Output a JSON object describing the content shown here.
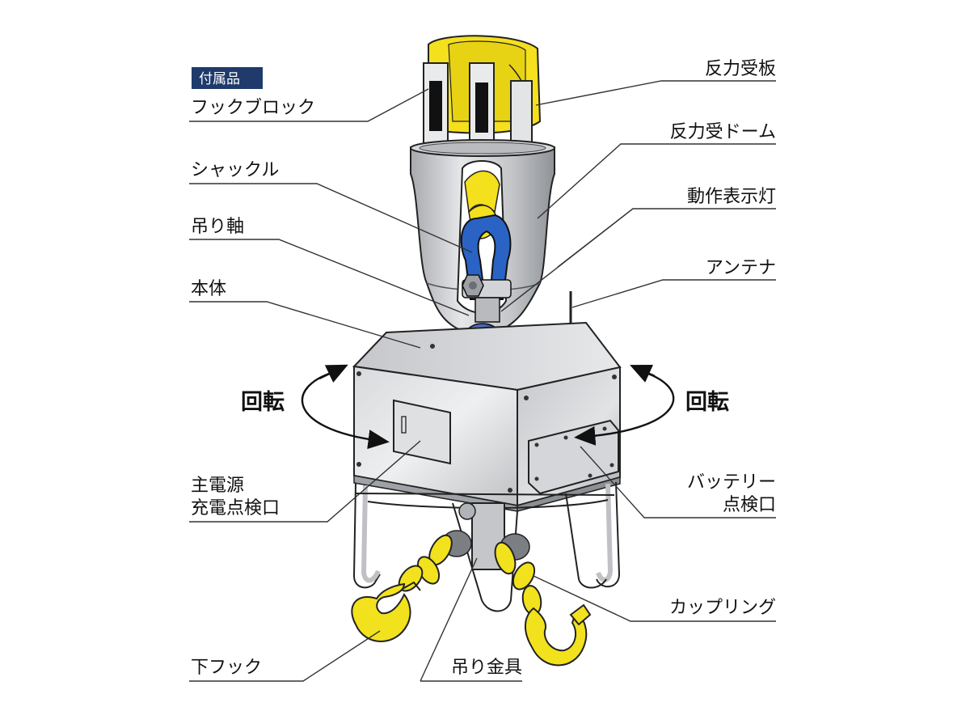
{
  "badge": "付属品",
  "labels": {
    "hook_block": "フックブロック",
    "shackle": "シャックル",
    "hanging_shaft": "吊り軸",
    "body": "本体",
    "rotation_left": "回転",
    "rotation_right": "回転",
    "main_power_line1": "主電源",
    "main_power_line2": "充電点検口",
    "lower_hook": "下フック",
    "reaction_plate": "反力受板",
    "reaction_dome": "反力受ドーム",
    "indicator_lamp": "動作表示灯",
    "antenna": "アンテナ",
    "battery_line1": "バッテリー",
    "battery_line2": "点検口",
    "coupling": "カップリング",
    "hanging_fitting": "吊り金具"
  },
  "colors": {
    "badge_bg": "#1f3a6b",
    "sling_yellow": "#f4e01c",
    "shackle_blue": "#2a63c4",
    "dome_blue": "#1c3f9e",
    "body_gray": "#c9cbcf",
    "metal_dark": "#8e9196",
    "hook_yellow": "#f2e21e"
  }
}
